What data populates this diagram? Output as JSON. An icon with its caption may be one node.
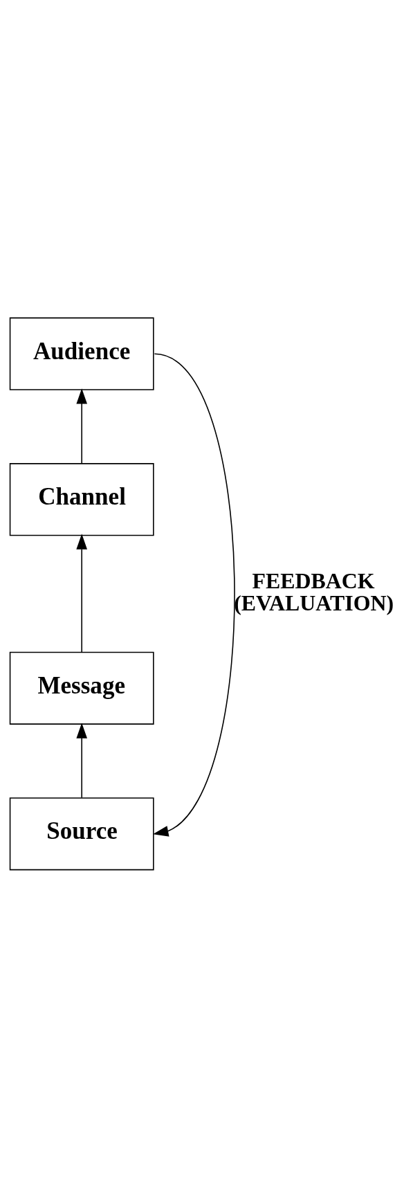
{
  "diagram": {
    "nodes": [
      {
        "text": [
          "Source"
        ]
      },
      {
        "text": [
          "Message"
        ]
      },
      {
        "text": [
          "Channel"
        ]
      },
      {
        "text": [
          "Audience"
        ]
      }
    ],
    "edges": [
      {
        "from": 0,
        "to": 1,
        "arrow": "to"
      },
      {
        "from": 1,
        "to": 2,
        "arrow": "to"
      },
      {
        "from": 2,
        "to": 3,
        "arrow": "to"
      },
      {
        "from": 3,
        "to": 0,
        "arrow": "to",
        "label": "FEEDBACK (EVALUATION)"
      }
    ]
  }
}
